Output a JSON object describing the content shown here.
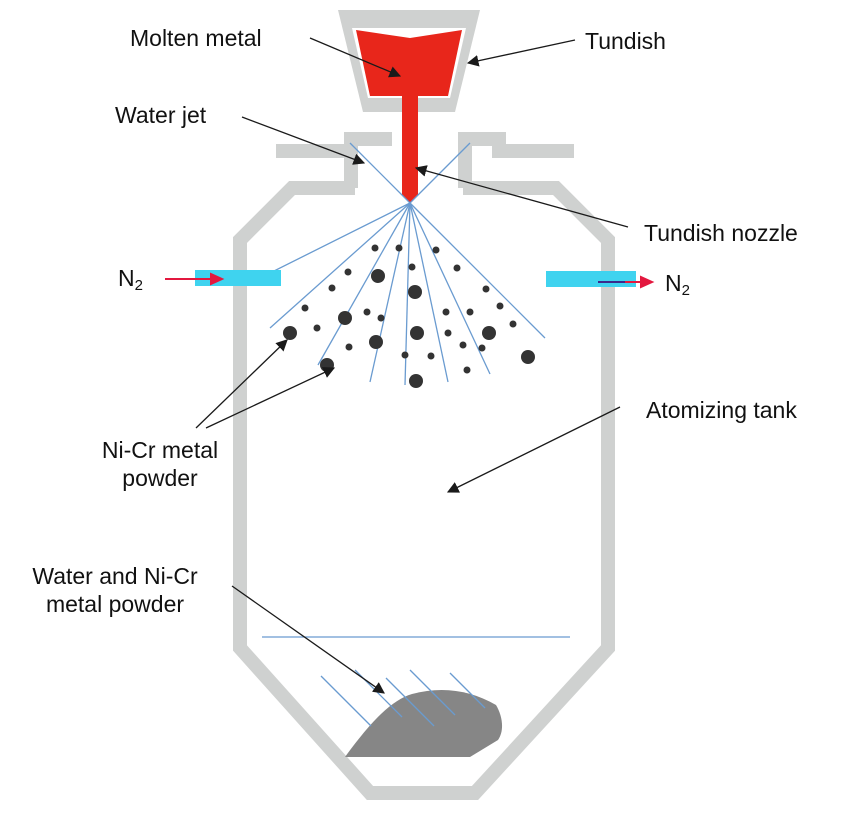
{
  "labels": {
    "molten_metal": "Molten metal",
    "tundish": "Tundish",
    "water_jet": "Water jet",
    "tundish_nozzle": "Tundish nozzle",
    "n2_inlet_main": "N",
    "n2_inlet_sub": "2",
    "n2_outlet_main": "N",
    "n2_outlet_sub": "2",
    "atomizing_tank": "Atomizing tank",
    "powder_line1": "Ni-Cr metal",
    "powder_line2": "powder",
    "collect_line1": "Water and Ni-Cr",
    "collect_line2": "metal powder"
  },
  "colors": {
    "tank_wall": "#cfd1d0",
    "molten_metal": "#e8261b",
    "water": "#6a9bd0",
    "n2_port": "#3fd3ef",
    "n2_arrow": "#e3183f",
    "droplet": "#333333",
    "powder_pile": "#868686",
    "leader": "#1a1a1a"
  }
}
